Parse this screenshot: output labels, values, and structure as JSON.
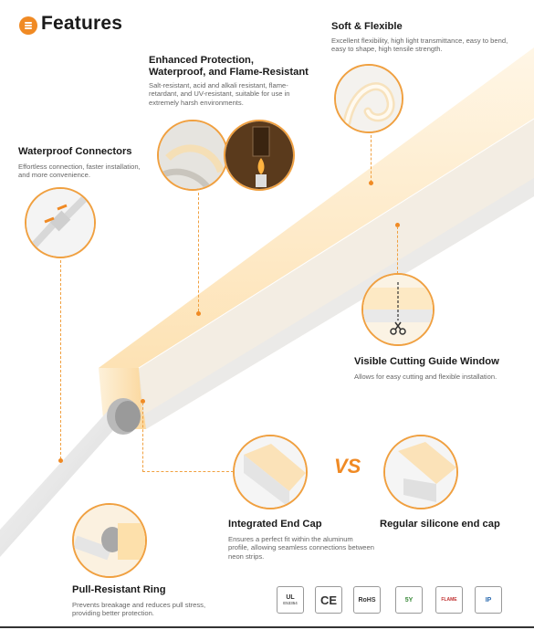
{
  "header": {
    "title": "Features"
  },
  "features": {
    "soft_flexible": {
      "title": "Soft & Flexible",
      "desc": "Excellent flexibility, high light transmittance, easy to bend, easy to shape, high tensile strength."
    },
    "enhanced_protection": {
      "title": "Enhanced Protection, Waterproof, and Flame-Resistant",
      "desc": "Salt-resistant, acid and alkali resistant, flame-retardant, and UV-resistant, suitable for use in extremely harsh environments."
    },
    "waterproof_connectors": {
      "title": "Waterproof Connectors",
      "desc": "Effortless connection, faster installation, and more convenience."
    },
    "cutting_window": {
      "title": "Visible Cutting Guide Window",
      "desc": "Allows for easy cutting and flexible installation."
    },
    "end_cap": {
      "title": "Integrated End Cap",
      "desc": "Ensures a perfect fit within the aluminum profile, allowing seamless connections between neon strips."
    },
    "silicone_cap": {
      "title": "Regular silicone end cap"
    },
    "pull_ring": {
      "title": "Pull-Resistant Ring",
      "desc": "Prevents breakage and reduces pull stress, providing better protection."
    }
  },
  "vs_label": "VS",
  "certifications": [
    "UL",
    "CE",
    "RoHS",
    "5Y",
    "FLAME",
    "IP"
  ],
  "cert_labels": {
    "ul_sub": "E53354",
    "rohs": "RoHS",
    "ce": "CE"
  },
  "colors": {
    "accent": "#f08a24",
    "glow": "#fde8c4"
  }
}
